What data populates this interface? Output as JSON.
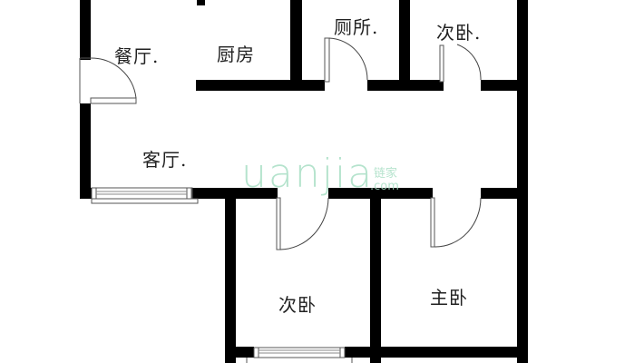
{
  "floorplan": {
    "rooms": [
      {
        "id": "dining",
        "label": "餐厅."
      },
      {
        "id": "kitchen",
        "label": "厨房"
      },
      {
        "id": "toilet",
        "label": "厕所."
      },
      {
        "id": "second-bedroom-top",
        "label": "次卧."
      },
      {
        "id": "living",
        "label": "客厅."
      },
      {
        "id": "second-bedroom-bottom",
        "label": "次卧"
      },
      {
        "id": "master-bedroom",
        "label": "主卧"
      }
    ],
    "watermark": {
      "text": "Lianjia",
      "display": "uanjia",
      "cn": "链家",
      "domain": ".com",
      "color": "#a9dfc5"
    },
    "colors": {
      "wall": "#000000",
      "background": "#ffffff",
      "door_line": "#555555"
    }
  }
}
